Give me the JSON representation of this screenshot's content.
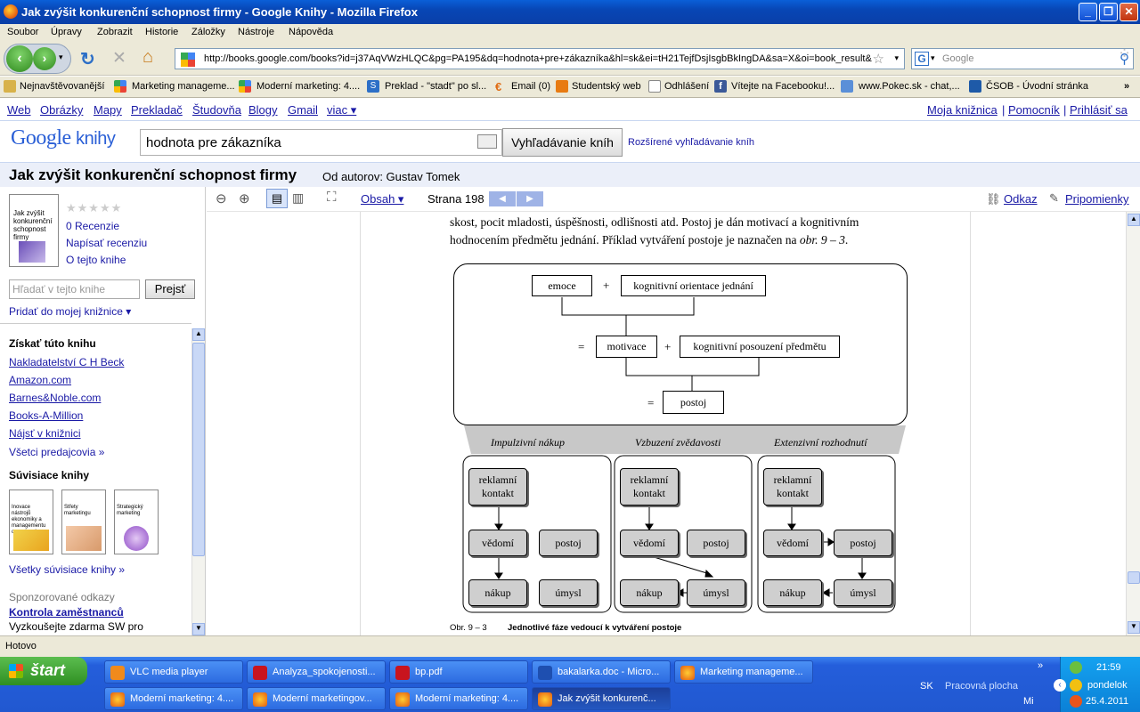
{
  "window": {
    "title": "Jak zvýšit konkurenční schopnost firmy - Google Knihy - Mozilla Firefox"
  },
  "menu": [
    "Soubor",
    "Úpravy",
    "Zobrazit",
    "Historie",
    "Záložky",
    "Nástroje",
    "Nápověda"
  ],
  "nav": {
    "url": "http://books.google.com/books?id=j37AqVWzHLQC&pg=PA195&dq=hodnota+pre+zákazníka&hl=sk&ei=tH21TejfDsjIsgbBkIngDA&sa=X&oi=book_result&",
    "search_placeholder": "Google"
  },
  "bookmarks": [
    "Nejnavštěvovanější",
    "Marketing manageme...",
    "Moderní marketing: 4....",
    "Preklad - \"stadt\" po sl...",
    "Email (0)",
    "Studentský web",
    "Odhlášení",
    "Vítejte na Facebooku!...",
    "www.Pokec.sk - chat,...",
    "ČSOB - Úvodní stránka"
  ],
  "glinks": {
    "left": [
      "Web",
      "Obrázky",
      "Mapy",
      "Prekladač",
      "Študovňa",
      "Blogy",
      "Gmail",
      "viac ▾"
    ],
    "right": [
      "Moja knižnica",
      "Pomocník",
      "Prihlásiť sa"
    ]
  },
  "search": {
    "logo_google": "Google",
    "logo_knihy": "knihy",
    "query": "hodnota pre zákazníka",
    "button": "Vyhľadávanie kníh",
    "advanced": "Rozšírené vyhľadávanie kníh"
  },
  "book": {
    "title": "Jak zvýšit konkurenční schopnost firmy",
    "author": "Od autorov: Gustav Tomek",
    "cover_text": "Jak zvýšit konkurenční schopnost firmy"
  },
  "left": {
    "stars": "★★★★★",
    "reviews": "0 Recenzie",
    "write_review": "Napísať recenziu",
    "about": "O tejto knihe",
    "search_placeholder": "Hľadať v tejto knihe",
    "search_button": "Prejsť",
    "add_library": "Pridať do mojej knižnice ▾",
    "get_book_heading": "Získať túto knihu",
    "sellers": [
      "Nakladatelství C H Beck",
      "Amazon.com",
      "Barnes&Noble.com",
      "Books-A-Million",
      "Nájsť v knižnici"
    ],
    "all_sellers": "Všetci predajcovia »",
    "related_heading": "Súvisiace knihy",
    "related_books": [
      "Inovace nástrojů ekonomiky a managementu organizací",
      "Střety marketingu",
      "Strategický marketing"
    ],
    "all_related": "Všetky súvisiace knihy »",
    "sponsored": "Sponzorované odkazy",
    "ad_title": "Kontrola zaměstnanců",
    "ad_text": "Vyzkoušejte zdarma SW pro"
  },
  "viewer": {
    "contents": "Obsah ▾",
    "page_label": "Strana 198",
    "link": "Odkaz",
    "feedback": "Pripomienky"
  },
  "page": {
    "line1": "skost, pocit mladosti, úspěšnosti, odlišnosti atd. Postoj je dán motivací a kognitivním",
    "line2_a": "hodnocením předmětu jednání. Příklad vytváření postoje je naznačen na ",
    "line2_b": "obr. 9 – 3",
    "line2_c": ".",
    "top": {
      "emoce": "emoce",
      "plus1": "+",
      "orientace": "kognitivní orientace jednání",
      "eq1": "=",
      "motivace": "motivace",
      "plus2": "+",
      "posouzeni": "kognitivní posouzení předmětu",
      "eq2": "=",
      "postoj": "postoj"
    },
    "phases": [
      "Impulzivní nákup",
      "Vzbuzení zvědavosti",
      "Extenzivní rozhodnutí"
    ],
    "phase_boxes": {
      "reklamni": "reklamní kontakt",
      "vedomi": "vědomí",
      "postoj": "postoj",
      "nakup": "nákup",
      "umysl": "úmysl"
    },
    "caption_num": "Obr. 9 – 3",
    "caption_text": "Jednotlivé fáze vedoucí k vytváření postoje"
  },
  "status": "Hotovo",
  "taskbar": {
    "start": "štart",
    "row1": [
      "VLC media player",
      "Analyza_spokojenosti...",
      "bp.pdf",
      "bakalarka.doc - Micro...",
      "Marketing manageme..."
    ],
    "row2": [
      "Moderní marketing: 4....",
      "Moderní marketingov...",
      "Moderní marketing: 4....",
      "Jak zvýšit konkurenč..."
    ],
    "lang": "SK",
    "workspace": "Pracovná plocha",
    "time": "21:59",
    "day": "pondelok",
    "date": "25.4.2011",
    "mi": "Mi"
  }
}
